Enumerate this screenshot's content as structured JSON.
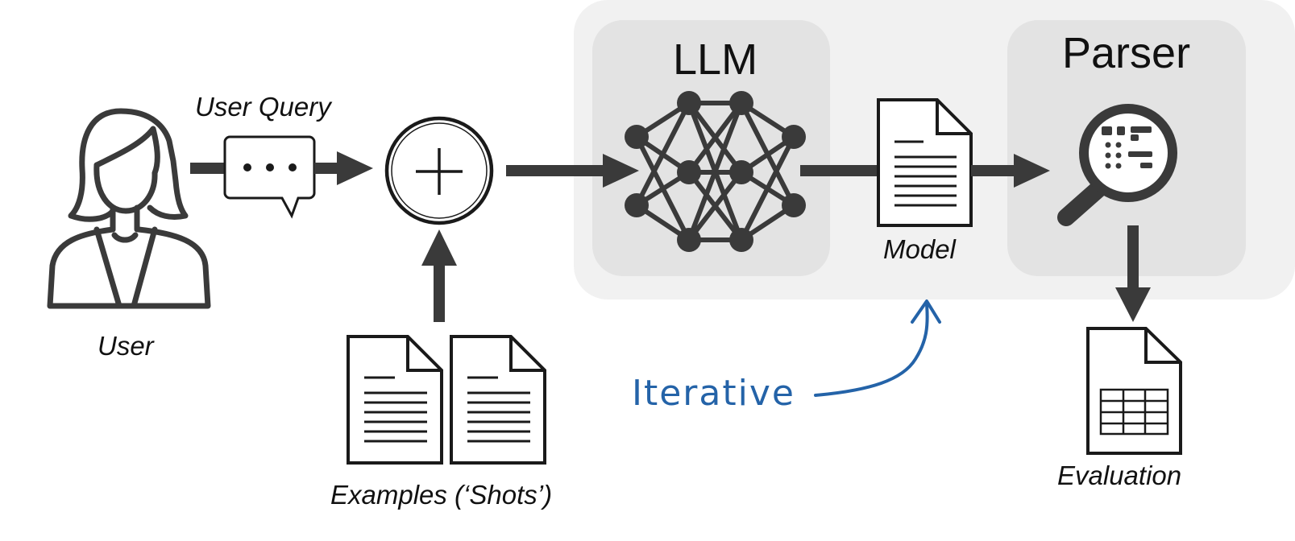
{
  "labels": {
    "user": "User",
    "user_query": "User Query",
    "examples": "Examples (‘Shots’)",
    "llm": "LLM",
    "model": "Model",
    "parser": "Parser",
    "evaluation": "Evaluation",
    "iterative": "Iterative"
  },
  "icons": {
    "user": "user-icon",
    "chat": "chat-bubble-icon",
    "combine": "plus-circle-icon",
    "llm": "neural-network-icon",
    "model": "document-icon",
    "parser": "magnifier-icon",
    "evaluation": "table-document-icon",
    "examples": "documents-icon"
  },
  "colors": {
    "ink": "#3a3a3a",
    "panel_outer": "#f1f1f1",
    "panel_inner": "#e3e3e3",
    "accent": "#2463a8"
  }
}
